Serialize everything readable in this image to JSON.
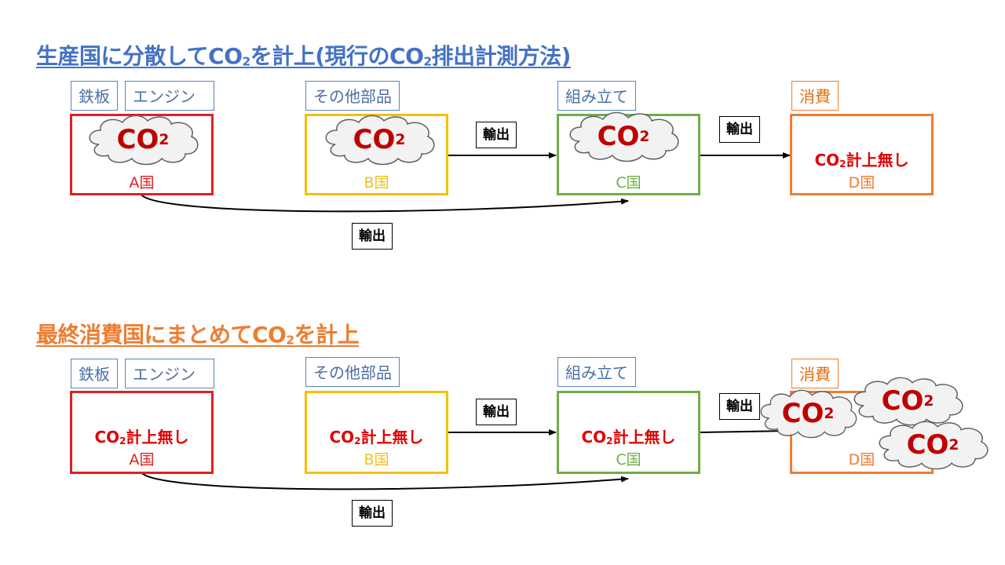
{
  "section1": {
    "title_a": "生産国に分散してCO",
    "title_sub": "2",
    "title_b": "を計上(現行のCO",
    "title_sub2": "2",
    "title_c": "排出計測方法)"
  },
  "section2": {
    "title_a": "最終消費国にまとめてCO",
    "title_sub": "2",
    "title_c": "を計上"
  },
  "tags": {
    "iron": "鉄板",
    "engine": "エンジン",
    "parts": "その他部品",
    "assembly": "組み立て",
    "consumption": "消費"
  },
  "countries": {
    "a": "A国",
    "b": "B国",
    "c": "C国",
    "d": "D国"
  },
  "co2": {
    "main": "CO",
    "sub": "2"
  },
  "no_record": {
    "main": "CO",
    "sub": "2",
    "rest": "計上無し"
  },
  "export_label": "輸出",
  "colors": {
    "title1": "#4472c4",
    "title2": "#ed7d31",
    "box_a": "#e02020",
    "box_b": "#f5c000",
    "box_c": "#70ad47",
    "box_d": "#ed7d31",
    "text_a": "#e02020",
    "text_b": "#f0c020",
    "text_c": "#70ad47",
    "text_d": "#ed7d31",
    "co2_text": "#c00000",
    "cloud_fill": "#f2f2f2"
  }
}
